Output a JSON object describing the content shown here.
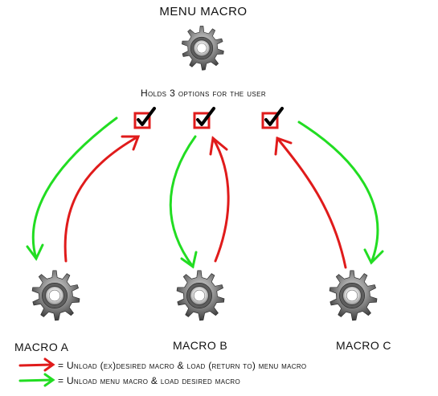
{
  "title": "MENU MACRO",
  "subtitle": "Holds 3 options for the user",
  "macros": [
    {
      "label": "MACRO A"
    },
    {
      "label": "MACRO B"
    },
    {
      "label": "MACRO C"
    }
  ],
  "options_count": 3,
  "legend": [
    {
      "color": "#e01b1b",
      "text": "= Unload (ex)desired macro & load (return to) menu macro"
    },
    {
      "color": "#22dd22",
      "text": "= Unload menu macro & load desired macro"
    }
  ],
  "colors": {
    "red_arrow": "#e01b1b",
    "green_arrow": "#22dd22",
    "checkbox_border": "#e01b1b",
    "checkmark": "#000000",
    "gear": "#777777"
  },
  "icons": [
    "gear-icon",
    "checkbox-checked-icon",
    "red-arrow-icon",
    "green-arrow-icon"
  ]
}
